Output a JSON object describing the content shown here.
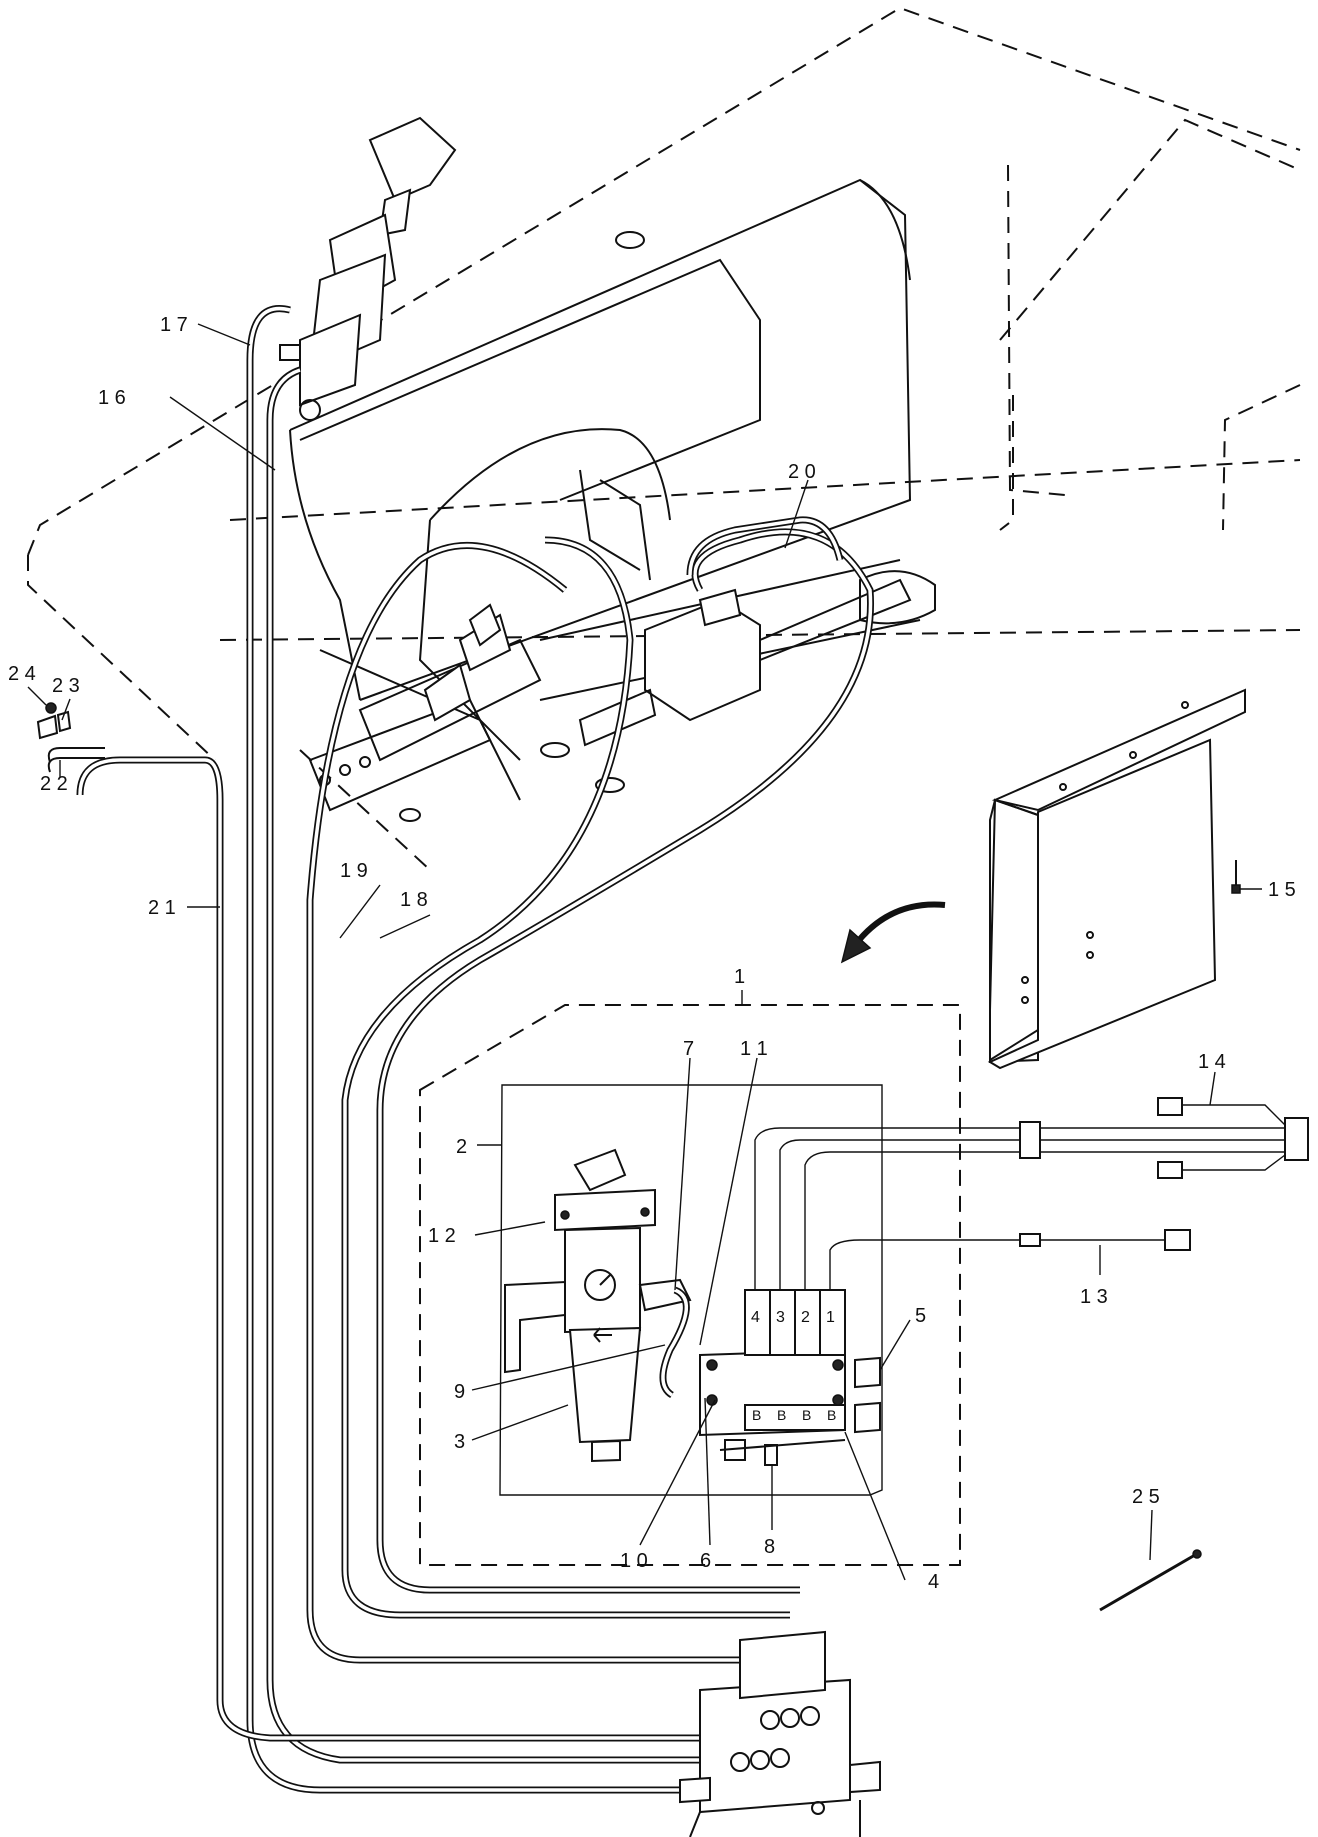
{
  "callouts": {
    "c1": "1",
    "c2": "2",
    "c3": "3",
    "c4": "4",
    "c5": "5",
    "c6": "6",
    "c7": "7",
    "c8": "8",
    "c9": "9",
    "c10": "1 0",
    "c11": "1 1",
    "c12": "1 2",
    "c13": "1 3",
    "c14": "1 4",
    "c15": "1 5",
    "c16": "1 6",
    "c17": "1 7",
    "c18": "1 8",
    "c19": "1 9",
    "c20": "2 0",
    "c21": "2 1",
    "c22": "2 2",
    "c23": "2 3",
    "c24": "2 4",
    "c25": "2 5"
  },
  "valve_numbers": [
    "4",
    "3",
    "2",
    "1"
  ],
  "valve_port_label": "B"
}
